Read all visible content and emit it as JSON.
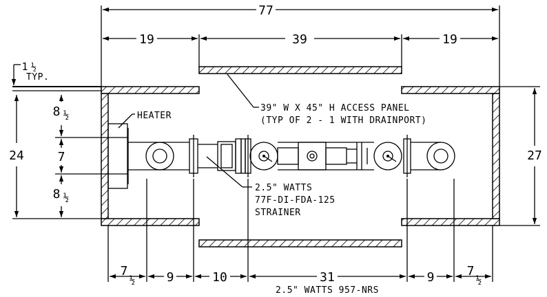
{
  "dimensions": {
    "overall_width": "77",
    "left_section": "19",
    "center_section": "39",
    "right_section": "19",
    "typ_whole": "1",
    "typ_frac": "½",
    "typ_label": "TYP.",
    "left_top_whole": "8",
    "left_top_frac": "½",
    "left_mid": "7",
    "left_bottom_whole": "8",
    "left_bottom_frac": "½",
    "left_height": "24",
    "right_height": "27",
    "bottom": [
      {
        "whole": "7",
        "frac": "½"
      },
      {
        "whole": "9",
        "frac": ""
      },
      {
        "whole": "10",
        "frac": ""
      },
      {
        "whole": "31",
        "frac": ""
      },
      {
        "whole": "9",
        "frac": ""
      },
      {
        "whole": "7",
        "frac": "½"
      }
    ]
  },
  "labels": {
    "heater": "HEATER",
    "access_panel_line1": "39\" W X 45\" H ACCESS PANEL",
    "access_panel_line2": "(TYP OF 2 - 1 WITH DRAINPORT)",
    "strainer_line1": "2.5\" WATTS",
    "strainer_line2": "77F-DI-FDA-125",
    "strainer_line3": "STRAINER",
    "bottom_valve": "2.5\" WATTS 957-NRS"
  }
}
